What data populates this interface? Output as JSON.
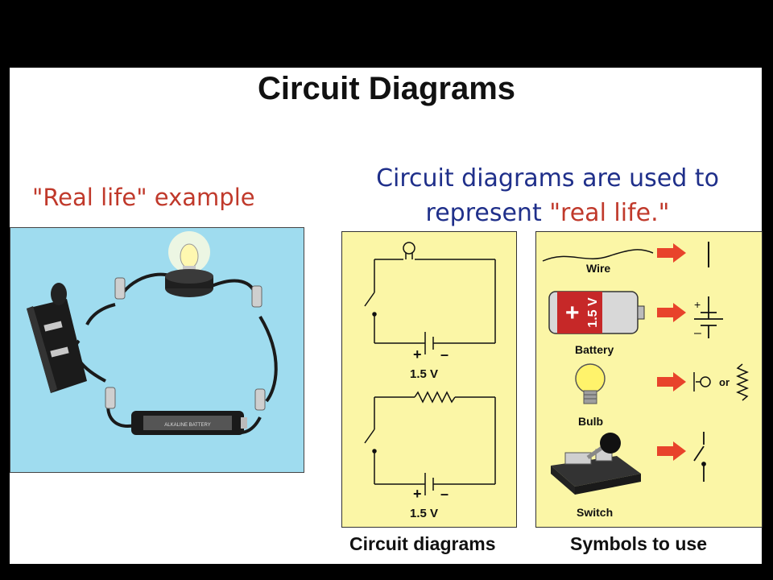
{
  "slide": {
    "title": "Circuit Diagrams",
    "real_life_label": "\"Real life\" example",
    "caption_line1": "Circuit diagrams are used to",
    "caption_line2_a": "represent ",
    "caption_line2_b": "\"real life.\""
  },
  "photo": {
    "battery_text": "ALKALINE BATTERY"
  },
  "circuit_diagrams": {
    "title": "Circuit diagrams",
    "top_voltage": "1.5 V",
    "bottom_voltage": "1.5 V",
    "plus": "+",
    "minus": "–"
  },
  "symbols": {
    "title": "Symbols to use",
    "wire_label": "Wire",
    "battery_label": "Battery",
    "battery_text": "1.5 V",
    "bulb_label": "Bulb",
    "or_text": "or",
    "switch_label": "Switch",
    "plus": "+",
    "minus": "–"
  },
  "colors": {
    "title": "#111111",
    "real_life": "#c0392b",
    "caption": "#1f2f8a",
    "panel": "#fbf6a6",
    "photo_bg": "#9fdcef",
    "arrow": "#e8432b"
  }
}
